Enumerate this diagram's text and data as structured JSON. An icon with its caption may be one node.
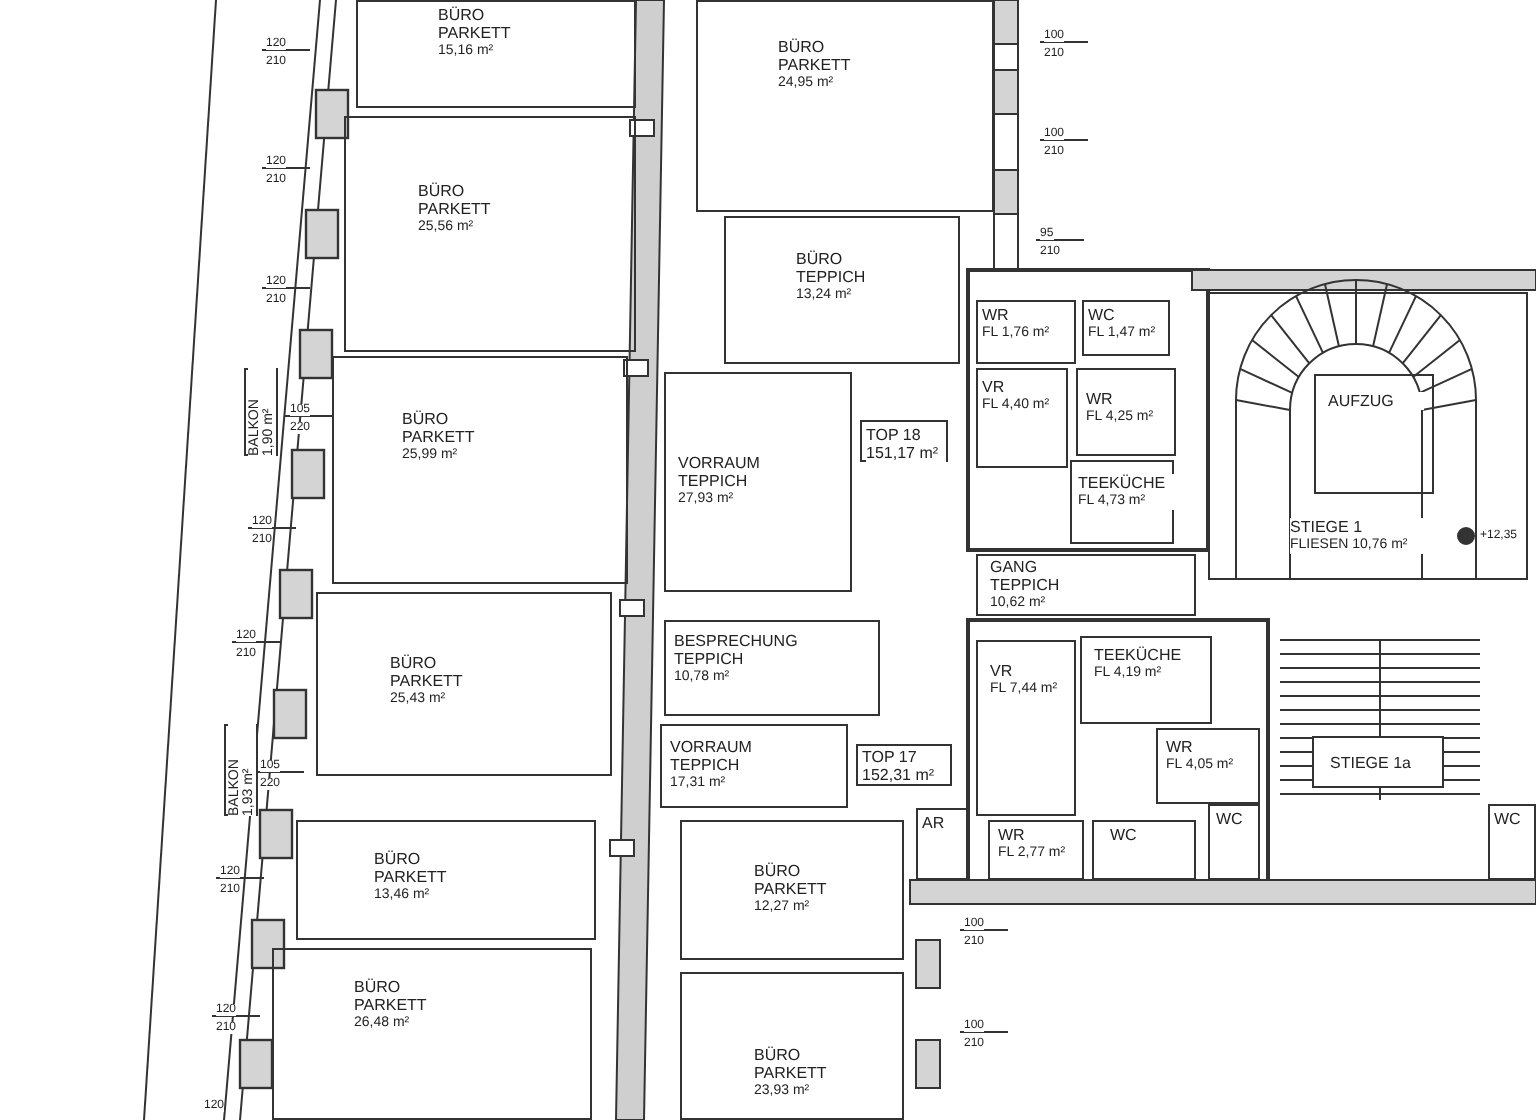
{
  "diagram": {
    "nodes": [
      {
        "text": [
          "BÜRO PARKETT",
          "15,16 m²"
        ]
      },
      {
        "text": [
          "BÜRO PARKETT",
          "24,95 m²"
        ]
      },
      {
        "text": [
          "BÜRO PARKETT",
          "25,56 m²"
        ]
      },
      {
        "text": [
          "BÜRO TEPPICH",
          "13,24 m²"
        ]
      },
      {
        "text": [
          "BALKON",
          "1,90 m²"
        ]
      },
      {
        "text": [
          "BÜRO PARKETT",
          "25,99 m²"
        ]
      },
      {
        "text": [
          "VORRAUM TEPPICH",
          "27,93 m²"
        ]
      },
      {
        "text": [
          "TOP 18 151,17 m²"
        ]
      },
      {
        "text": [
          "WR",
          "FL 1,76 m²"
        ]
      },
      {
        "text": [
          "WC",
          "FL 1,47 m²"
        ]
      },
      {
        "text": [
          "VR",
          "FL 4,40 m²"
        ]
      },
      {
        "text": [
          "WR",
          "FL 4,25 m²"
        ]
      },
      {
        "text": [
          "TEEKÜCHE",
          "FL 4,73 m²"
        ]
      },
      {
        "text": [
          "STIEGE 1",
          "FLIESEN 10,76 m²"
        ]
      },
      {
        "text": [
          "AUFZUG"
        ],
        "in": 13
      },
      {
        "text": [
          "GANG TEPPICH",
          "10,62 m²"
        ]
      },
      {
        "text": [
          "BÜRO PARKETT",
          "25,43 m²"
        ]
      },
      {
        "text": [
          "BESPRECHUNG TEPPICH",
          "10,78 m²"
        ]
      },
      {
        "text": [
          "TEEKÜCHE",
          "FL 4,19 m²"
        ]
      },
      {
        "text": [
          "BALKON",
          "1,93 m²"
        ]
      },
      {
        "text": [
          "VORRAUM TEPPICH",
          "17,31 m²"
        ]
      },
      {
        "text": [
          "TOP 17 152,31 m²"
        ]
      },
      {
        "text": [
          "VR",
          "FL 7,44 m²"
        ]
      },
      {
        "text": [
          "WR",
          "FL 4,05 m²"
        ]
      },
      {
        "text": [
          "STIEGE 1a"
        ]
      },
      {
        "text": [
          "AR"
        ]
      },
      {
        "text": [
          "WR",
          "FL 2,77 m²"
        ]
      },
      {
        "text": [
          "WC"
        ]
      },
      {
        "text": [
          "WC"
        ]
      },
      {
        "text": [
          "WC"
        ]
      },
      {
        "text": [
          "BÜRO PARKETT",
          "13,46 m²"
        ]
      },
      {
        "text": [
          "BÜRO PARKETT",
          "12,27 m²"
        ]
      },
      {
        "text": [
          "BÜRO PARKETT",
          "26,48 m²"
        ]
      },
      {
        "text": [
          "BÜRO PARKETT",
          "23,93 m²"
        ]
      }
    ],
    "labels": [
      "120",
      "210",
      "120",
      "210",
      "120",
      "210",
      "105",
      "220",
      "120",
      "210",
      "120",
      "210",
      "105",
      "220",
      "120",
      "210",
      "120",
      "210",
      "120",
      "100",
      "210",
      "100",
      "210",
      "95",
      "210",
      "100",
      "210",
      "100",
      "210",
      "+12,35"
    ]
  }
}
